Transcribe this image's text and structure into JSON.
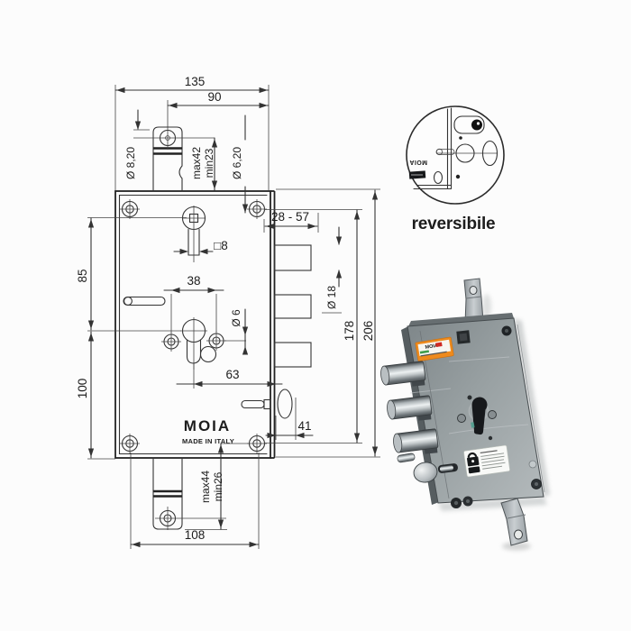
{
  "page": {
    "background": "#fcfcfc"
  },
  "colors": {
    "line": "#333333",
    "label_orange": "#ee8a1c",
    "metal_gray": "#98a0a2",
    "chrome": "#c8cdd0"
  },
  "drawing": {
    "brand": "MOIA",
    "made_in": "MADE IN ITALY",
    "dims": {
      "total_width": "135",
      "tab_to_edge": "90",
      "tab_hole_dia": "Ø 8,20",
      "tab_adjust_max": "max42",
      "tab_adjust_min": "min23",
      "corner_hole_dia": "Ø 6,20",
      "throw_range": "28 - 57",
      "hub_to_cylinder": "85",
      "follower_square": "□8",
      "screw_span": "38",
      "screw_dia": "Ø 6",
      "bolt_dia": "Ø 18",
      "screw_height": "178",
      "total_height": "206",
      "backset": "63",
      "cylinder_to_bottom": "100",
      "latch_throw": "41",
      "bottom_tab_max": "max44",
      "bottom_tab_min": "min26",
      "bottom_tab_span": "108"
    }
  },
  "detail_view": {
    "caption": "reversibile",
    "brand_small": "MOIA"
  },
  "photo": {
    "label_brand": "MOIA"
  }
}
